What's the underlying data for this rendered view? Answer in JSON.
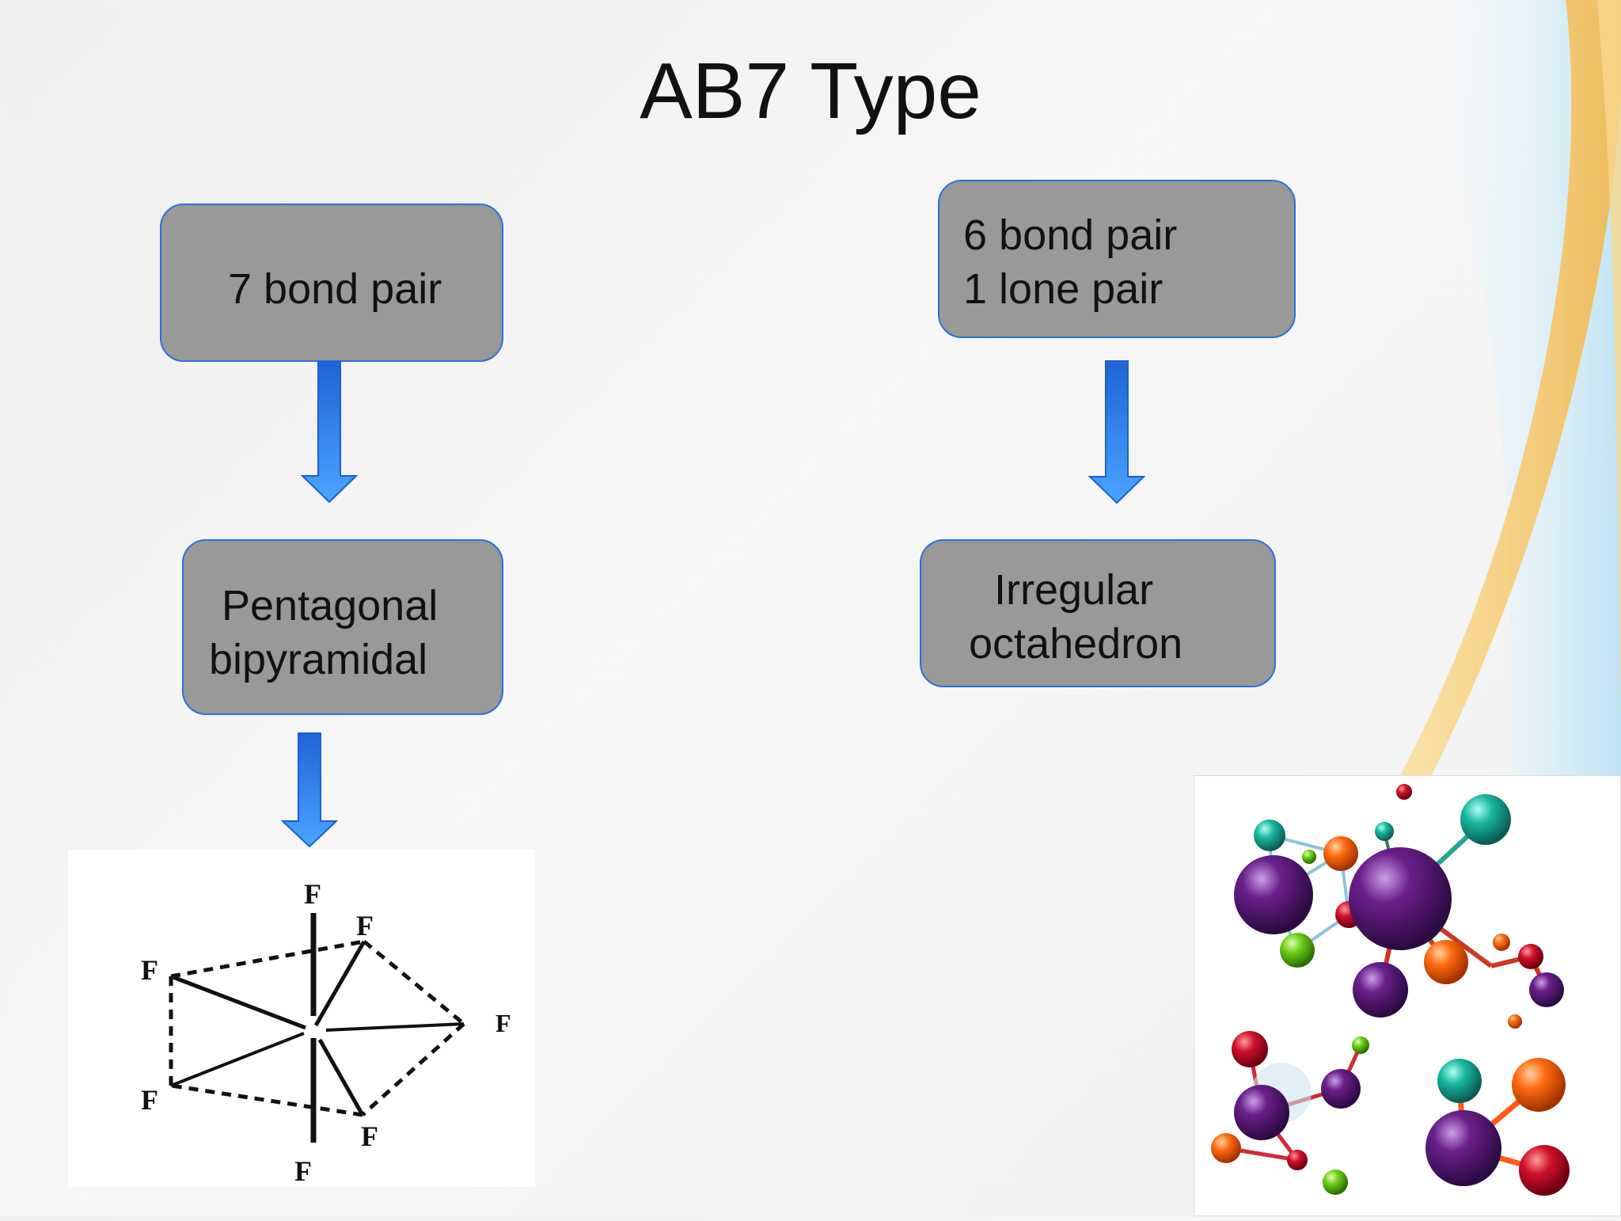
{
  "slide": {
    "title": "AB7 Type"
  },
  "left_branch": {
    "top_box": {
      "lines": [
        "7 bond pair"
      ]
    },
    "bottom_box": {
      "lines": [
        "Pentagonal",
        "bipyramidal"
      ]
    }
  },
  "right_branch": {
    "top_box": {
      "lines": [
        "6 bond pair",
        "1 lone pair"
      ]
    },
    "bottom_box": {
      "lines": [
        "Irregular",
        "octahedron"
      ]
    }
  },
  "structure_diagram": {
    "atom_labels": [
      "F",
      "F",
      "F",
      "F",
      "F",
      "F",
      "F"
    ]
  },
  "colors": {
    "box_fill": "#999999",
    "box_border": "#2e6fd8",
    "arrow_top": "#1e63d6",
    "arrow_bottom": "#4aa6ff",
    "swoosh_blue": "#c7e6f5",
    "swoosh_yellow": "#f4c66a"
  }
}
